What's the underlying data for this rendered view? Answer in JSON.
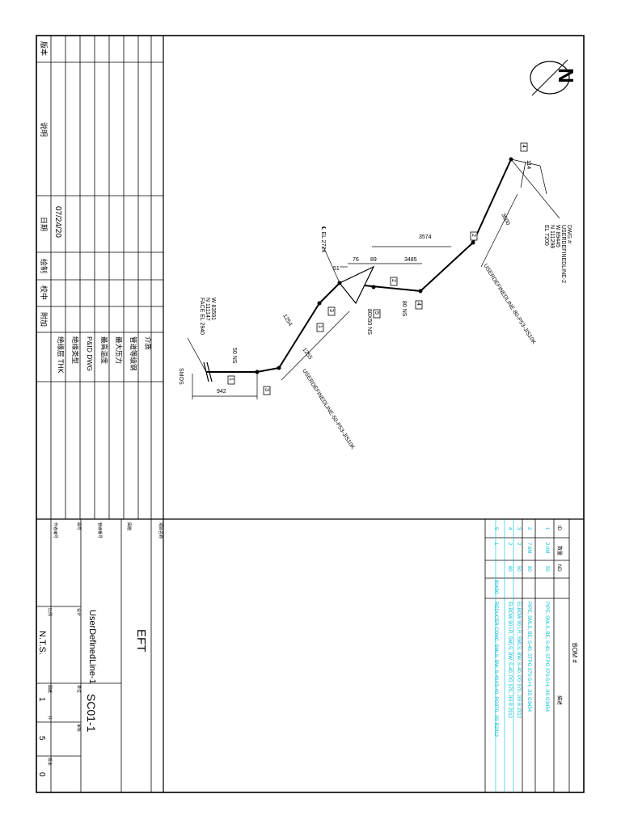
{
  "title_block": {
    "project": "EFT",
    "line_no": "UserDefinedLine-1",
    "drawing_no": "SC01-1",
    "scale": "N.T.S.",
    "sheet": "1",
    "sheet_of": "5",
    "revision": "0",
    "project_label": "項目名称",
    "title_label": "図題",
    "line_label": "管線番号",
    "drawing_no_label": "図号",
    "scale_label": "比例",
    "sheet_label": "図紙",
    "sheets_label": "共",
    "page_label": "張",
    "version_label": "版本",
    "checked_label": "审核",
    "design_label": "设计",
    "unit_label": "单位",
    "author_label": "作者编号"
  },
  "revision_table": {
    "headers": [
      "版本",
      "说明",
      "日期",
      "绘制",
      "校中",
      "附加"
    ],
    "date": "07/24/20"
  },
  "params_table": {
    "rows": [
      "介质",
      "管道等级钢",
      "最大压力",
      "最高温度",
      "P&ID DWG",
      "绝缘类型",
      "绝缘层 THK"
    ]
  },
  "bom": {
    "title": "BOM #",
    "headers": [
      "ID",
      "数量",
      "ND",
      "描述"
    ],
    "rows": [
      {
        "id": "1",
        "qty": "2.0M",
        "nd": "50",
        "desc": "PIPE, SMLS, BE, S-40, STPG 370-S-H, JIS G3454"
      },
      {
        "id": "2",
        "qty": "7.6M",
        "nd": "80",
        "desc": "PIPE, SMLS, BE, S-40, STPG 370-S-H, JIS G3454"
      },
      {
        "id": "3",
        "qty": "2",
        "nd": "50",
        "desc": "ELBOW 90 LR, SMLS, BW, S-40, PG 370, JIS B 2312"
      },
      {
        "id": "4",
        "qty": "2",
        "nd": "80",
        "desc": "ELBOW 90 LR, SMLS, BW, S-40, PG 370, JIS B 2312"
      },
      {
        "id": "5",
        "qty": "1",
        "nd": "80X50",
        "desc": "REDUCER CONC, SMLS, BW, S-40XS-40, PG370, JIS B2312"
      }
    ]
  },
  "iso": {
    "north": "N",
    "tag_end": [
      "DWG #",
      "USERDEFINEDLINE-2",
      "W 89445",
      "N 111298",
      "EL 7200"
    ],
    "tag_start": [
      "W 83591",
      "N 111147",
      "FACE EL 2940"
    ],
    "line_label_upper": "USERDEFINEDLINE-80-P53-JIS10K",
    "line_label_lower": "USERDEFINEDLINE-50-P53-JIS10K",
    "centerline": "℄ EL 2724",
    "ns50": "50 NS",
    "ns80": "80 NS",
    "reducer": "80X50 NS",
    "smos": "SMOS",
    "dims": [
      "114",
      "3600",
      "3574",
      "3485",
      "89",
      "76",
      "51",
      "1255",
      "1254",
      "942"
    ],
    "callouts": [
      "1",
      "2",
      "3",
      "4",
      "5"
    ]
  }
}
